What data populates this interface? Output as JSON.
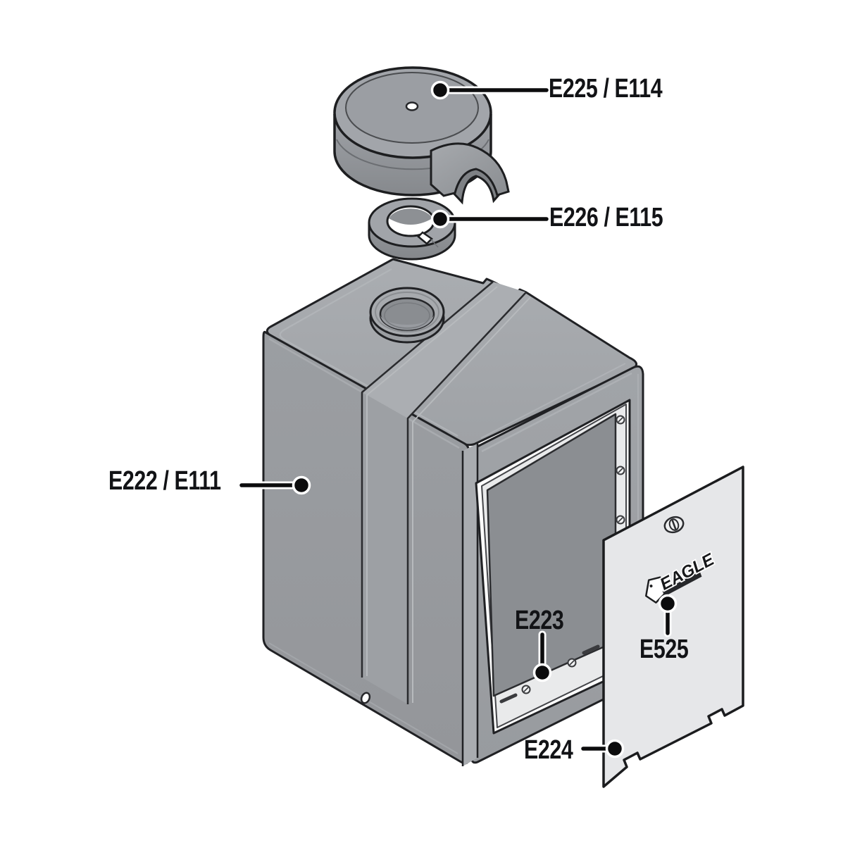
{
  "diagram": {
    "background": "#ffffff",
    "outline_color": "#1d1e20",
    "body_gray": "#9a9da1",
    "cover_gray": "#e6e7e9",
    "interior_gray": "#8b8e92",
    "logo_text": "EAGLE",
    "parts": [
      {
        "name": "dome-cap",
        "label": "E225 / E114"
      },
      {
        "name": "adapter-ring",
        "label": "E226 / E115"
      },
      {
        "name": "enclosure-body",
        "label": "E222 / E111"
      },
      {
        "name": "back-box-frame",
        "label": "E223"
      },
      {
        "name": "brand-logo",
        "label": "E525"
      },
      {
        "name": "cover-plate",
        "label": "E224"
      }
    ]
  }
}
